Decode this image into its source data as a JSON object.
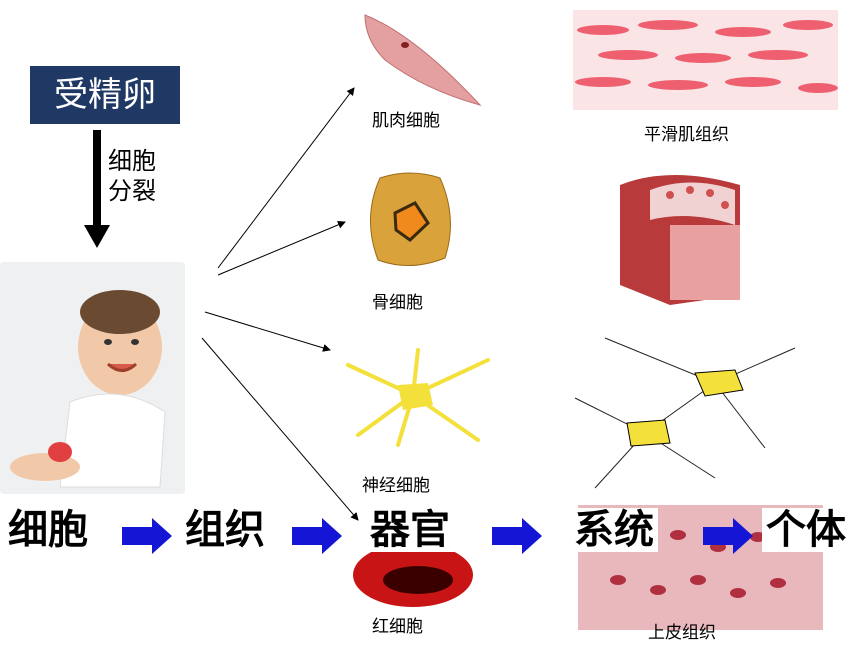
{
  "zygote": "受精卵",
  "division": [
    "细胞",
    "分裂"
  ],
  "cells": {
    "muscle": "肌肉细胞",
    "bone": "骨细胞",
    "nerve": "神经细胞",
    "red": "红细胞"
  },
  "tissues": {
    "smooth_muscle": "平滑肌组织",
    "epithelium": "上皮组织"
  },
  "hierarchy": [
    "细胞",
    "组织",
    "器官",
    "系统",
    "个体"
  ],
  "colors": {
    "title_bg": "#1f3864",
    "arrow_blue": "#1515d6"
  }
}
